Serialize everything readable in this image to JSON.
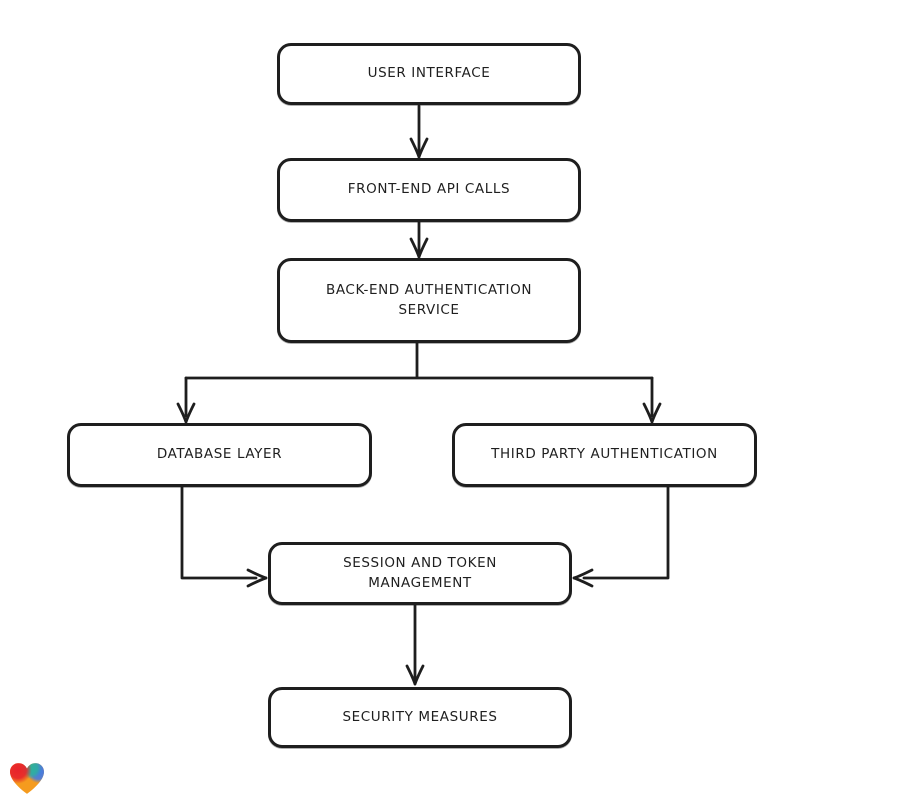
{
  "page": {
    "background_color": "#ffffff"
  },
  "diagram": {
    "type": "flowchart",
    "stroke_color": "#1e1e1e",
    "node_fill_color": "#ffffff",
    "nodes": [
      {
        "id": "user-interface",
        "label": "USER INTERFACE"
      },
      {
        "id": "front-end-api-calls",
        "label": "FRONT-END API CALLS"
      },
      {
        "id": "back-end-authentication-service",
        "label": "BACK-END AUTHENTICATION SERVICE"
      },
      {
        "id": "database-layer",
        "label": "DATABASE LAYER"
      },
      {
        "id": "third-party-authentication",
        "label": "THIRD PARTY AUTHENTICATION"
      },
      {
        "id": "session-and-token-management",
        "label": "SESSION AND TOKEN MANAGEMENT"
      },
      {
        "id": "security-measures",
        "label": "SECURITY MEASURES"
      }
    ],
    "edges": [
      {
        "from": "user-interface",
        "to": "front-end-api-calls"
      },
      {
        "from": "front-end-api-calls",
        "to": "back-end-authentication-service"
      },
      {
        "from": "back-end-authentication-service",
        "to": "database-layer"
      },
      {
        "from": "back-end-authentication-service",
        "to": "third-party-authentication"
      },
      {
        "from": "database-layer",
        "to": "session-and-token-management"
      },
      {
        "from": "third-party-authentication",
        "to": "session-and-token-management"
      },
      {
        "from": "session-and-token-management",
        "to": "security-measures"
      }
    ],
    "watermark": {
      "icon": "heart-logo",
      "colors": {
        "red": "#e8232b",
        "teal": "#2bb39b",
        "blue": "#3f7ae8",
        "orange": "#f59b1e"
      }
    }
  }
}
